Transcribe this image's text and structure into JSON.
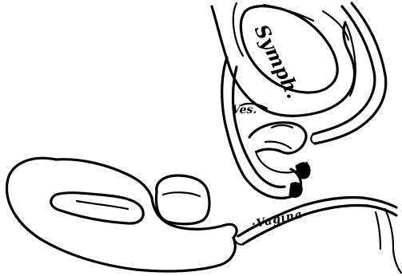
{
  "labels": {
    "symph": "Symph.",
    "ves": "Ves.",
    "vagina": "·Vagina"
  }
}
